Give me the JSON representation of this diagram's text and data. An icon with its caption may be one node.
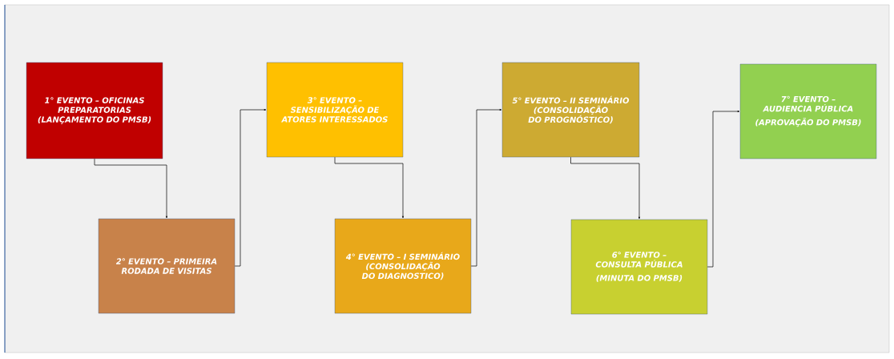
{
  "diagram": {
    "nodes": [
      {
        "text": [
          "1° EVENTO – OFICINAS PREPARATORIAS (LANÇAMENTO DO PMSB)"
        ]
      },
      {
        "text": [
          "2° EVENTO – PRIMEIRA RODADA DE VISITAS"
        ]
      },
      {
        "text": [
          "3° EVENTO – SENSIBILIZAÇÃO DE ATORES INTERESSADOS"
        ]
      },
      {
        "text": [
          "4° EVENTO – I SEMINÁRIO (CONSOLIDAÇÃO DO DIAGNOSTICO)"
        ]
      },
      {
        "text": [
          "5° EVENTO – II SEMINÁRIO (CONSOLIDAÇÃO DO PROGNÓSTICO)"
        ]
      },
      {
        "text": [
          "6° EVENTO – CONSULTA PÚBLICA",
          "(MINUTA DO PMSB)"
        ]
      },
      {
        "text": [
          "7° EVENTO – AUDIENCIA PÚBLICA",
          "(APROVAÇÃO DO PMSB)"
        ]
      }
    ],
    "edges": [
      {
        "from": 0,
        "to": 1,
        "arrow": "to"
      },
      {
        "from": 1,
        "to": 2,
        "arrow": "to"
      },
      {
        "from": 2,
        "to": 3,
        "arrow": "to"
      },
      {
        "from": 3,
        "to": 4,
        "arrow": "to"
      },
      {
        "from": 4,
        "to": 5,
        "arrow": "to"
      },
      {
        "from": 5,
        "to": 6,
        "arrow": "to"
      }
    ]
  }
}
